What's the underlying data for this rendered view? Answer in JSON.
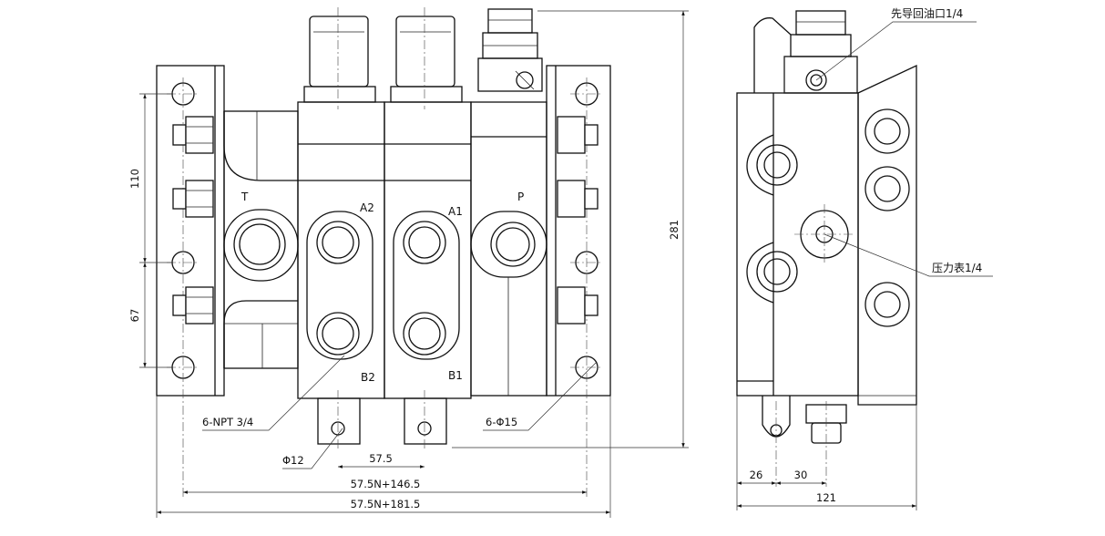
{
  "front_view": {
    "ports": {
      "t": "T",
      "p": "P",
      "a2": "A2",
      "a1": "A1",
      "b2": "B2",
      "b1": "B1"
    },
    "callouts": {
      "npt": "6-NPT 3/4",
      "holes": "6-Φ15",
      "phi12": "Φ12"
    },
    "dimensions": {
      "d110": "110",
      "d67": "67",
      "d281": "281",
      "d57_5": "57.5",
      "d_146": "57.5N+146.5",
      "d_181": "57.5N+181.5"
    }
  },
  "side_view": {
    "callouts": {
      "pilot_return": "先导回油口1/4",
      "gauge": "压力表1/4"
    },
    "dimensions": {
      "d26": "26",
      "d30": "30",
      "d121": "121"
    }
  }
}
